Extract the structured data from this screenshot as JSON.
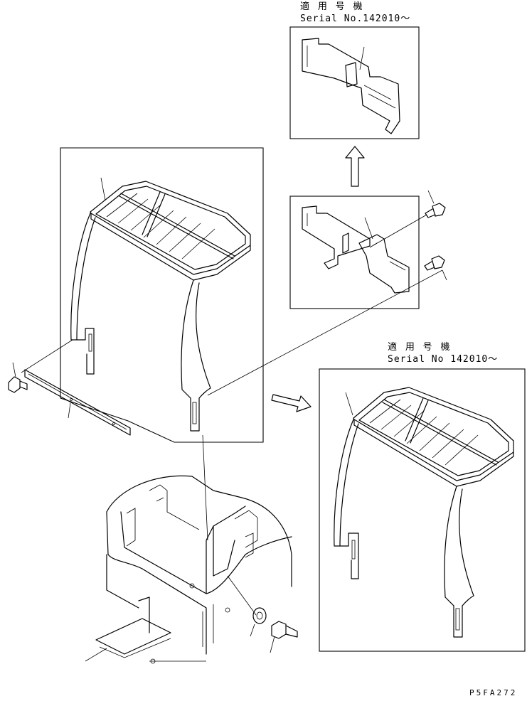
{
  "labels": {
    "top_applicable": "適 用 号 機",
    "top_serial": "Serial No.142010～",
    "right_applicable": "適 用 号 機",
    "right_serial": "Serial No 142010～",
    "code": "P5FA272"
  }
}
